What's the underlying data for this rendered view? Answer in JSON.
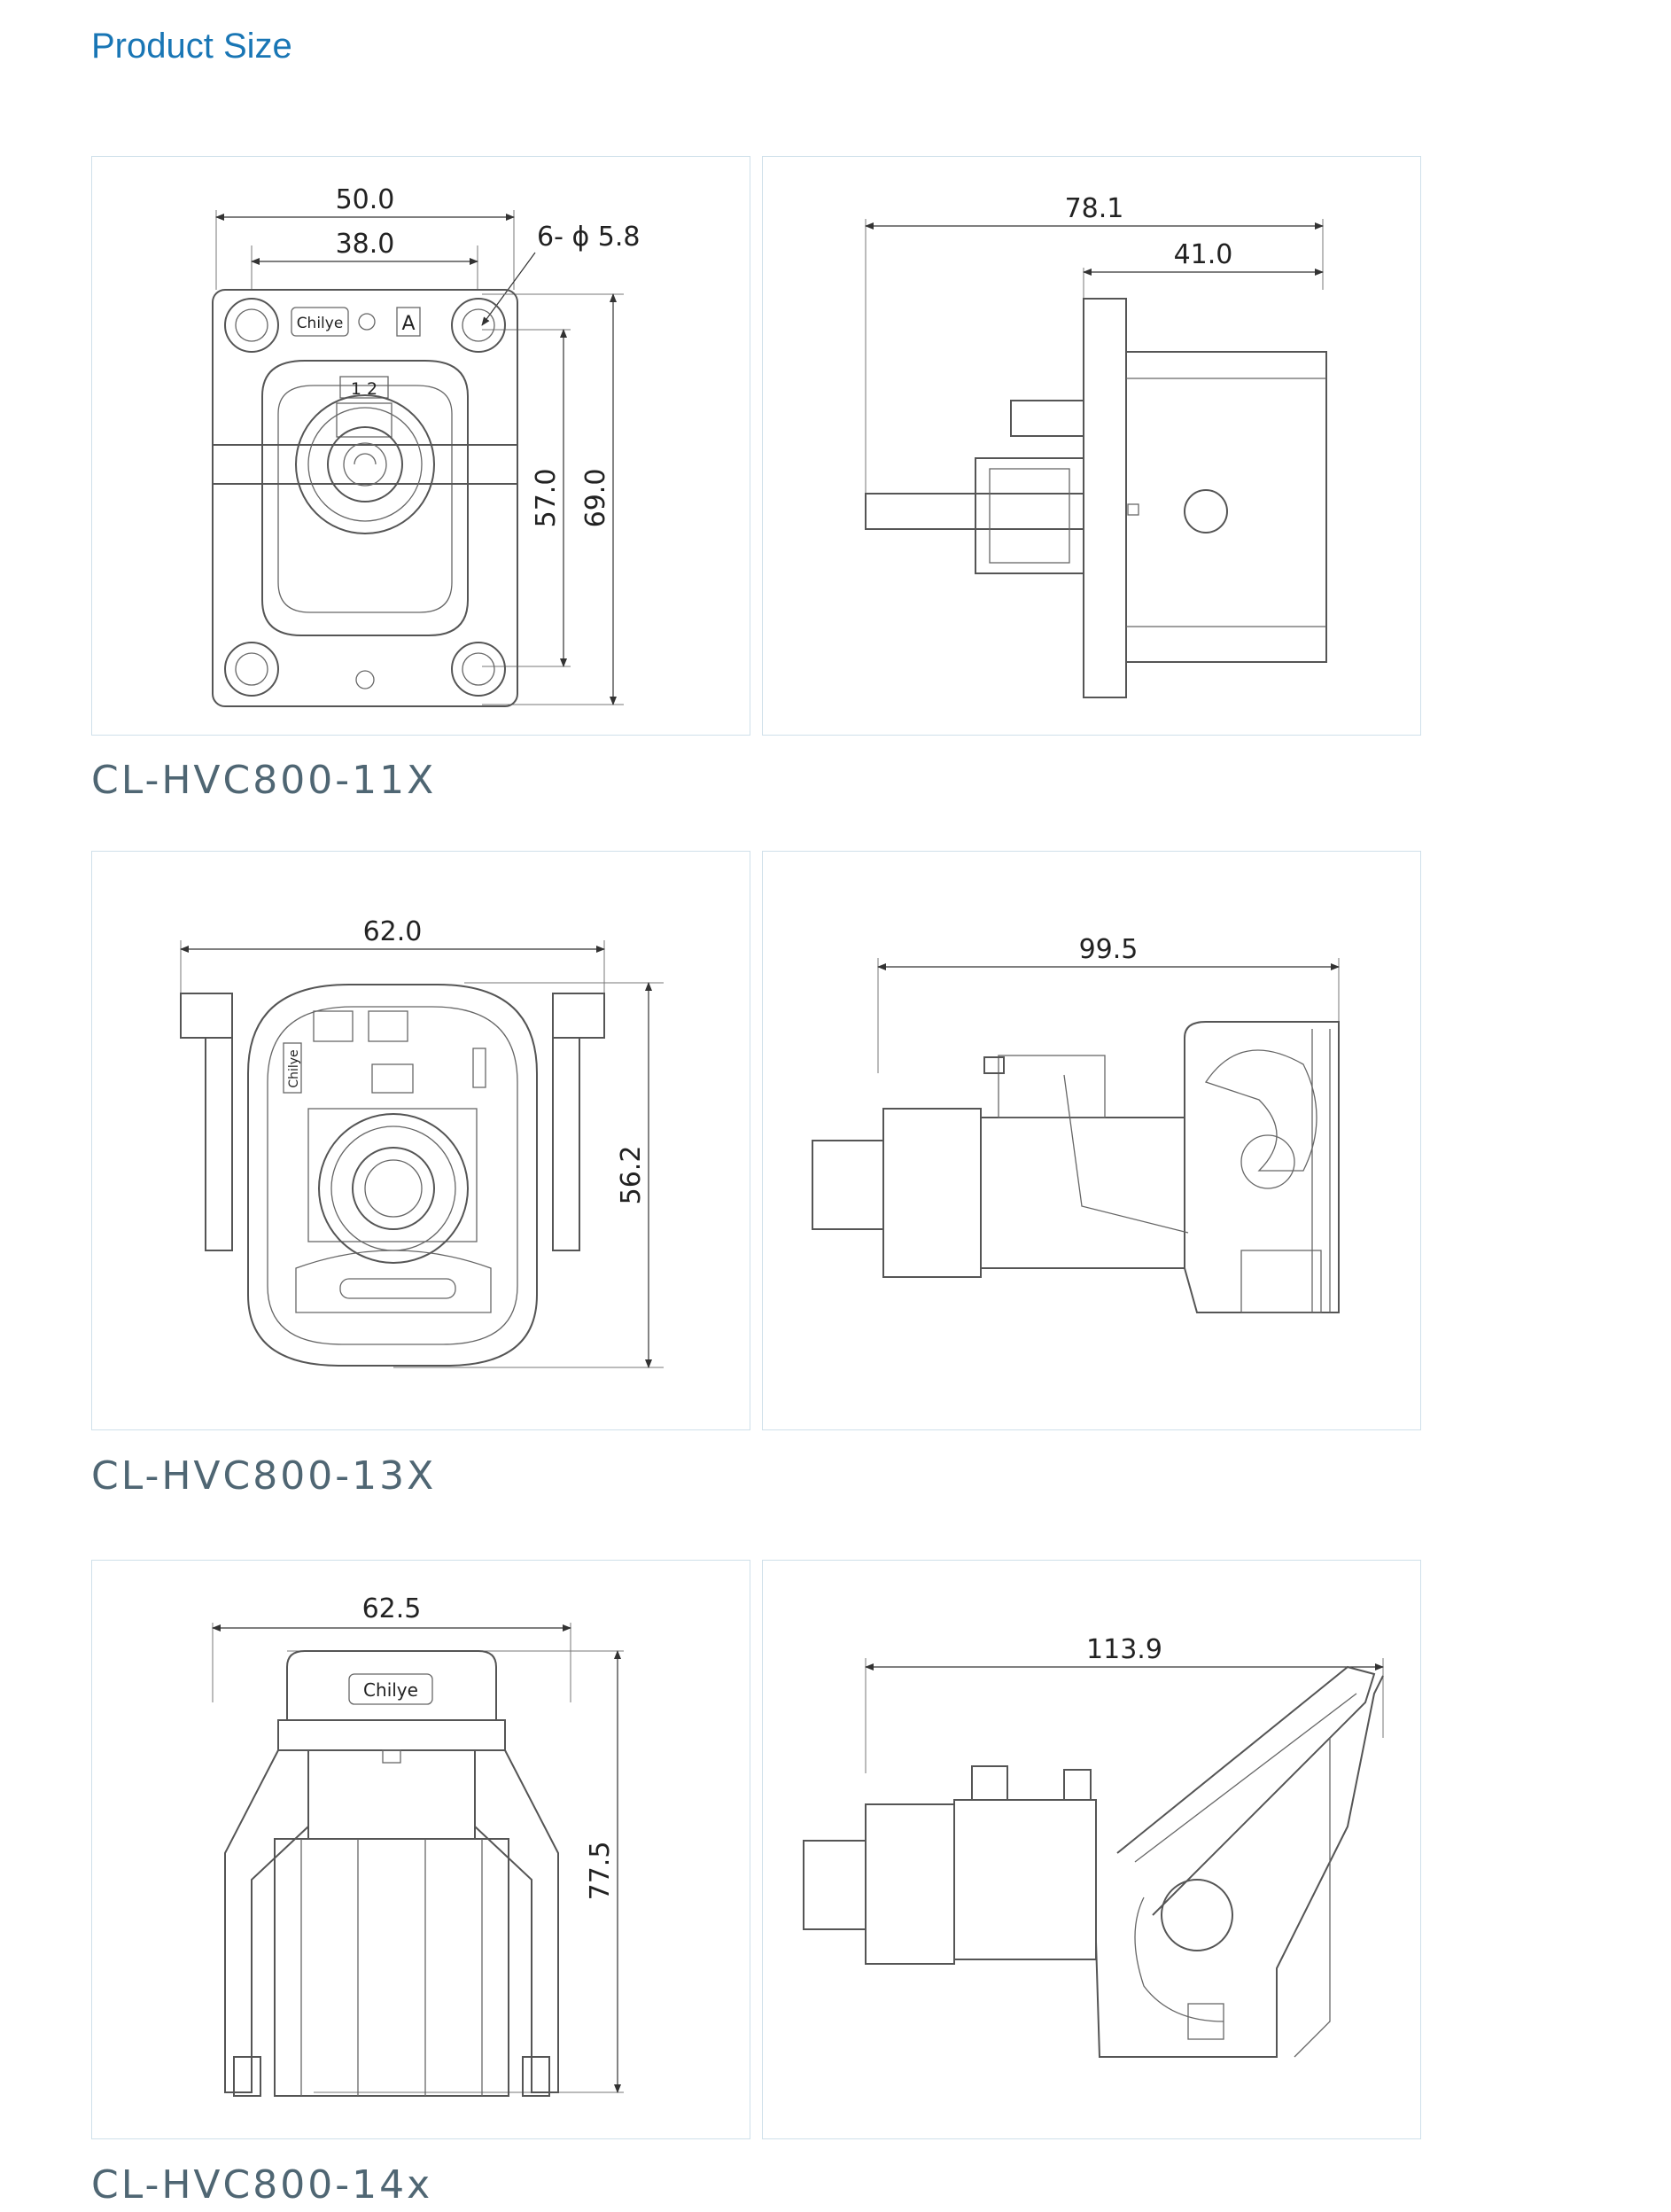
{
  "page": {
    "title": "Product Size"
  },
  "models": [
    {
      "name": "CL-HVC800-11X",
      "front": {
        "width_outer": "50.0",
        "width_inner": "38.0",
        "hole_note": "6- ϕ 5.8",
        "height_inner": "57.0",
        "height_outer": "69.0",
        "logo": "Chilye",
        "mark": "A",
        "pins": "1 2"
      },
      "side": {
        "length_total": "78.1",
        "length_part": "41.0"
      }
    },
    {
      "name": "CL-HVC800-13X",
      "front": {
        "width": "62.0",
        "height": "56.2",
        "logo": "Chilye"
      },
      "side": {
        "length_total": "99.5"
      }
    },
    {
      "name": "CL-HVC800-14x",
      "front": {
        "width": "62.5",
        "height": "77.5",
        "logo": "Chilye"
      },
      "side": {
        "length_total": "113.9"
      }
    }
  ]
}
